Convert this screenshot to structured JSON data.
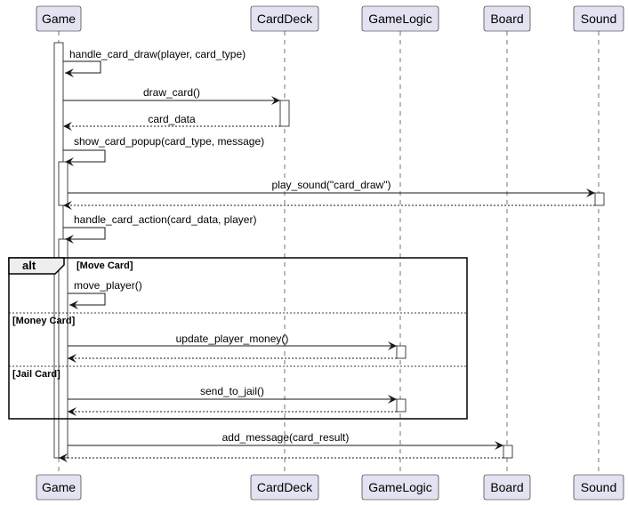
{
  "participants": [
    {
      "id": "game",
      "name": "Game"
    },
    {
      "id": "carddeck",
      "name": "CardDeck"
    },
    {
      "id": "gamelogic",
      "name": "GameLogic"
    },
    {
      "id": "board",
      "name": "Board"
    },
    {
      "id": "sound",
      "name": "Sound"
    }
  ],
  "messages": [
    {
      "from": "game",
      "to": "game",
      "label": "handle_card_draw(player, card_type)",
      "type": "self"
    },
    {
      "from": "game",
      "to": "carddeck",
      "label": "draw_card()",
      "type": "call"
    },
    {
      "from": "carddeck",
      "to": "game",
      "label": "card_data",
      "type": "return"
    },
    {
      "from": "game",
      "to": "game",
      "label": "show_card_popup(card_type, message)",
      "type": "self"
    },
    {
      "from": "game",
      "to": "sound",
      "label": "play_sound(\"card_draw\")",
      "type": "call"
    },
    {
      "from": "sound",
      "to": "game",
      "label": "",
      "type": "return"
    },
    {
      "from": "game",
      "to": "game",
      "label": "handle_card_action(card_data, player)",
      "type": "self"
    },
    {
      "from": "game",
      "to": "game",
      "label": "move_player()",
      "type": "self"
    },
    {
      "from": "game",
      "to": "gamelogic",
      "label": "update_player_money()",
      "type": "call"
    },
    {
      "from": "gamelogic",
      "to": "game",
      "label": "",
      "type": "return"
    },
    {
      "from": "game",
      "to": "gamelogic",
      "label": "send_to_jail()",
      "type": "call"
    },
    {
      "from": "gamelogic",
      "to": "game",
      "label": "",
      "type": "return"
    },
    {
      "from": "game",
      "to": "board",
      "label": "add_message(card_result)",
      "type": "call"
    },
    {
      "from": "board",
      "to": "game",
      "label": "",
      "type": "return"
    }
  ],
  "alt_fragment": {
    "label": "alt",
    "guards": [
      "[Move Card]",
      "[Money Card]",
      "[Jail Card]"
    ]
  },
  "colors": {
    "participant_fill": "#E2E2F0",
    "participant_border": "#181818",
    "line": "#181818",
    "lifeline": "#181818"
  }
}
